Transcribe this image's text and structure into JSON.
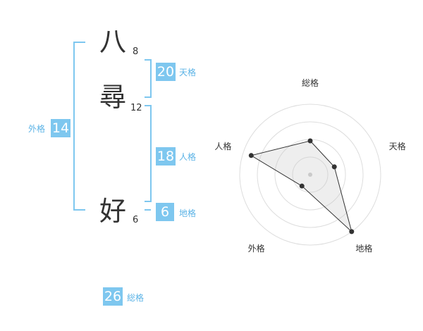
{
  "name_chars": [
    {
      "char": "八",
      "strokes": "8"
    },
    {
      "char": "尋",
      "strokes": "12"
    },
    {
      "char": "好",
      "strokes": "6"
    }
  ],
  "grades": {
    "tenkaku": {
      "label": "天格",
      "value": "20"
    },
    "jinkaku": {
      "label": "人格",
      "value": "18"
    },
    "chikaku": {
      "label": "地格",
      "value": "6"
    },
    "gaikaku": {
      "label": "外格",
      "value": "14"
    },
    "soukaku": {
      "label": "総格",
      "value": "26"
    }
  },
  "colors": {
    "accent": "#7ec7ef",
    "label": "#5bb3e6",
    "bracket": "#7ec7ef",
    "text": "#333333"
  },
  "chart_data": {
    "type": "radar",
    "axes": [
      "総格",
      "天格",
      "地格",
      "外格",
      "人格"
    ],
    "values": [
      0.48,
      0.36,
      1.0,
      0.2,
      0.88
    ],
    "range": [
      0,
      1
    ],
    "rings": 4,
    "labels": {
      "soukaku": "総格",
      "tenkaku": "天格",
      "chikaku": "地格",
      "gaikaku": "外格",
      "jinkaku": "人格"
    }
  }
}
